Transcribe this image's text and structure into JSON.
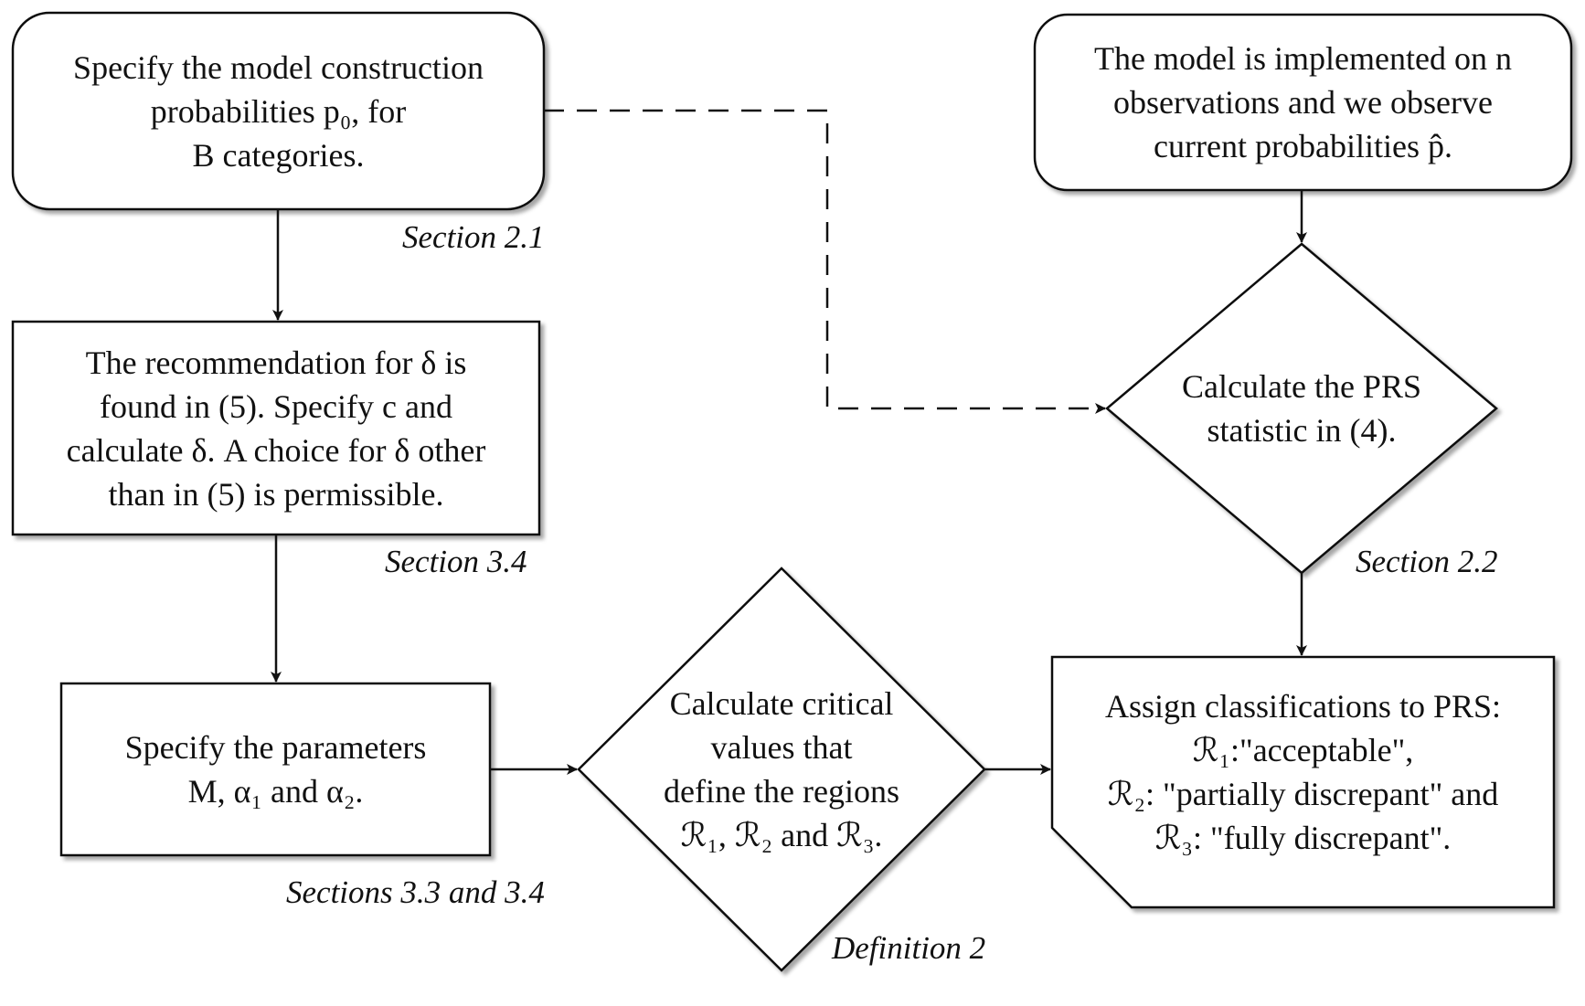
{
  "nodes": {
    "spec_probs": {
      "lines": [
        "Specify the model construction",
        "probabilities p₀, for",
        "B categories."
      ],
      "caption": "Section 2.1"
    },
    "delta": {
      "lines": [
        "The recommendation for δ is",
        "found in (5). Specify c and",
        "calculate δ. A choice for δ other",
        "than in (5) is permissible."
      ],
      "caption": "Section 3.4"
    },
    "params": {
      "lines": [
        "Specify the parameters",
        "M, α₁ and α₂."
      ],
      "caption": "Sections 3.3 and 3.4"
    },
    "critical": {
      "lines": [
        "Calculate critical",
        "values that",
        "define the regions",
        "ℛ₁, ℛ₂ and ℛ₃."
      ],
      "caption": "Definition 2"
    },
    "implemented": {
      "lines": [
        "The model is implemented on n",
        "observations and we observe",
        "current probabilities p̂."
      ]
    },
    "prs": {
      "lines": [
        "Calculate the PRS",
        "statistic in (4)."
      ],
      "caption": "Section 2.2"
    },
    "assign": {
      "lines": [
        "Assign classifications to PRS:",
        "ℛ₁:\"acceptable\",",
        "ℛ₂: \"partially discrepant\" and",
        "ℛ₃: \"fully discrepant\"."
      ]
    }
  }
}
